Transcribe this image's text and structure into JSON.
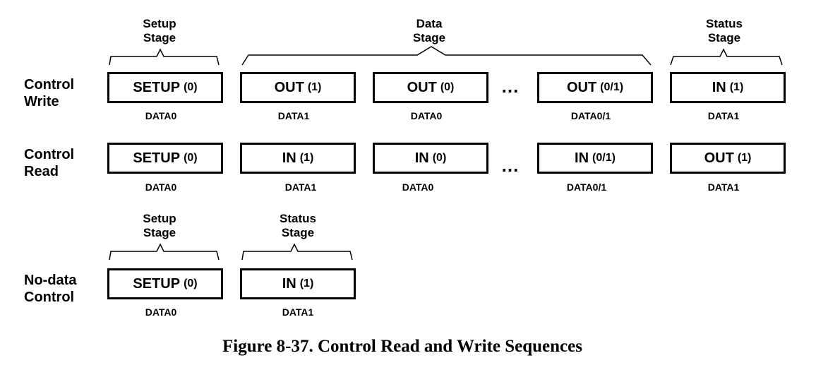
{
  "stages": {
    "setup": {
      "line1": "Setup",
      "line2": "Stage"
    },
    "data": {
      "line1": "Data",
      "line2": "Stage"
    },
    "status": {
      "line1": "Status",
      "line2": "Stage"
    }
  },
  "rows": {
    "control_write": {
      "label_line1": "Control",
      "label_line2": "Write",
      "packets": [
        {
          "name": "SETUP",
          "seq": "(0)",
          "pid": "DATA0"
        },
        {
          "name": "OUT",
          "seq": "(1)",
          "pid": "DATA1"
        },
        {
          "name": "OUT",
          "seq": "(0)",
          "pid": "DATA0"
        },
        {
          "name": "OUT",
          "seq": "(0/1)",
          "pid": "DATA0/1"
        },
        {
          "name": "IN",
          "seq": "(1)",
          "pid": "DATA1"
        }
      ]
    },
    "control_read": {
      "label_line1": "Control",
      "label_line2": "Read",
      "packets": [
        {
          "name": "SETUP",
          "seq": "(0)",
          "pid": "DATA0"
        },
        {
          "name": "IN",
          "seq": "(1)",
          "pid": "DATA1"
        },
        {
          "name": "IN",
          "seq": "(0)",
          "pid": "DATA0"
        },
        {
          "name": "IN",
          "seq": "(0/1)",
          "pid": "DATA0/1"
        },
        {
          "name": "OUT",
          "seq": "(1)",
          "pid": "DATA1"
        }
      ]
    },
    "no_data_control": {
      "label_line1": "No-data",
      "label_line2": "Control",
      "packets": [
        {
          "name": "SETUP",
          "seq": "(0)",
          "pid": "DATA0"
        },
        {
          "name": "IN",
          "seq": "(1)",
          "pid": "DATA1"
        }
      ]
    }
  },
  "ellipsis": "...",
  "caption": "Figure 8-37.  Control Read and Write Sequences"
}
